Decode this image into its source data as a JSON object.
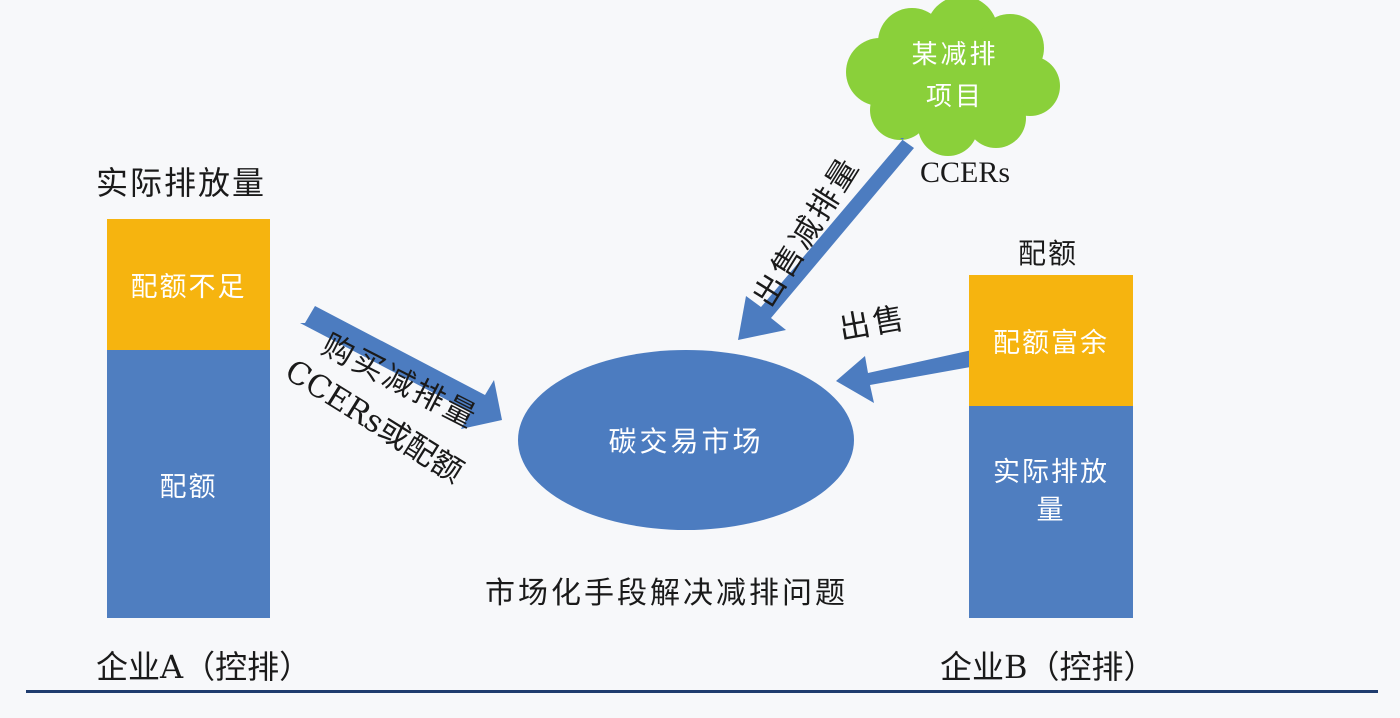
{
  "company_a": {
    "header": "实际排放量",
    "segment_top": "配额不足",
    "segment_bottom": "配额",
    "footer": "企业A（控排）"
  },
  "company_b": {
    "header": "配额",
    "segment_top": "配额富余",
    "segment_bottom": "实际排放\n量",
    "footer": "企业B（控排）"
  },
  "market": {
    "label": "碳交易市场"
  },
  "project": {
    "label": "某减排\n项目"
  },
  "arrows": {
    "buy_label_top": "购买减排量",
    "buy_label_bottom": "CCERs或配额",
    "sell_project_label": "出售减排量",
    "project_product": "CCERs",
    "sell_b_label": "出售"
  },
  "caption": "市场化手段解决减排问题",
  "colors": {
    "bar_blue": "#4f7ec0",
    "bar_yellow": "#f6b40f",
    "cloud_green": "#8ad03a",
    "ellipse_blue": "#4c7cc0",
    "rule_navy": "#1f3c6e"
  }
}
